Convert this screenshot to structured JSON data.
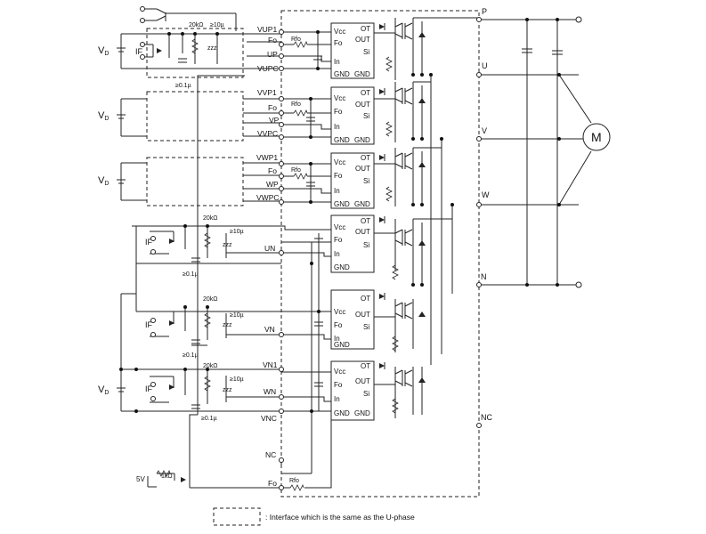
{
  "supply_label_main": "V",
  "supply_label_sub": "D",
  "if_label": "IF",
  "m_label": "M",
  "resistor_20k": "20kΩ",
  "cap_10u": "≥10µ",
  "cap_01u": "≥0.1µ",
  "rfo": "Rfo",
  "v5": "5V",
  "r1k": "1kΩ",
  "zzz": "zzz",
  "ic_pins": {
    "vcc": "Vcc",
    "fo": "Fo",
    "in": "In",
    "gnd": "GND",
    "ot": "OT",
    "out": "OUT",
    "si": "Si"
  },
  "terminals": {
    "vup1": "VUP1",
    "fo": "Fo",
    "up": "UP",
    "vupc": "VUPC",
    "vvp1": "VVP1",
    "vp": "VP",
    "vvpc": "VVPC",
    "vwp1": "VWP1",
    "wp": "WP",
    "vwpc": "VWPC",
    "un": "UN",
    "vn": "VN",
    "vn1": "VN1",
    "wn": "WN",
    "vnc": "VNC",
    "nc": "NC"
  },
  "outputs": {
    "p": "P",
    "u": "U",
    "v": "V",
    "w": "W",
    "n": "N",
    "nc": "NC"
  },
  "legend_text": ": Interface which is the same as the U-phase"
}
